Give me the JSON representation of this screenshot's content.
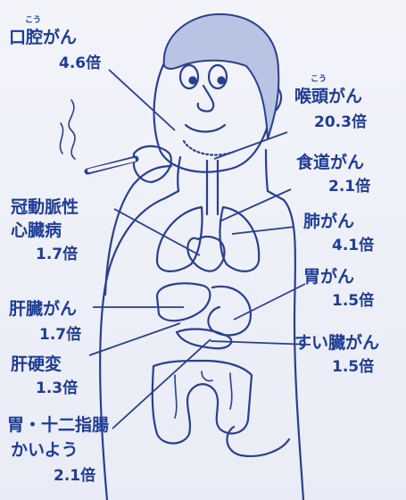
{
  "furigana": {
    "kou": "こう"
  },
  "labels": {
    "oral": {
      "name": "口腔がん",
      "ratio": "4.6倍"
    },
    "larynx": {
      "name": "喉頭がん",
      "ratio": "20.3倍"
    },
    "esophagus": {
      "name": "食道がん",
      "ratio": "2.1倍"
    },
    "heart": {
      "name_line1": "冠動脈性",
      "name_line2": "心臓病",
      "ratio": "1.7倍"
    },
    "lung": {
      "name": "肺がん",
      "ratio": "4.1倍"
    },
    "stomach": {
      "name": "胃がん",
      "ratio": "1.5倍"
    },
    "liver_cancer": {
      "name": "肝臓がん",
      "ratio": "1.7倍"
    },
    "pancreas": {
      "name": "すい臓がん",
      "ratio": "1.5倍"
    },
    "cirrhosis": {
      "name": "肝硬変",
      "ratio": "1.3倍"
    },
    "ulcer": {
      "name_line1": "胃・十二指腸",
      "name_line2": "かいよう",
      "ratio": "2.1倍"
    }
  },
  "colors": {
    "ink": "#1f3d97",
    "line": "#2a3f8f"
  }
}
